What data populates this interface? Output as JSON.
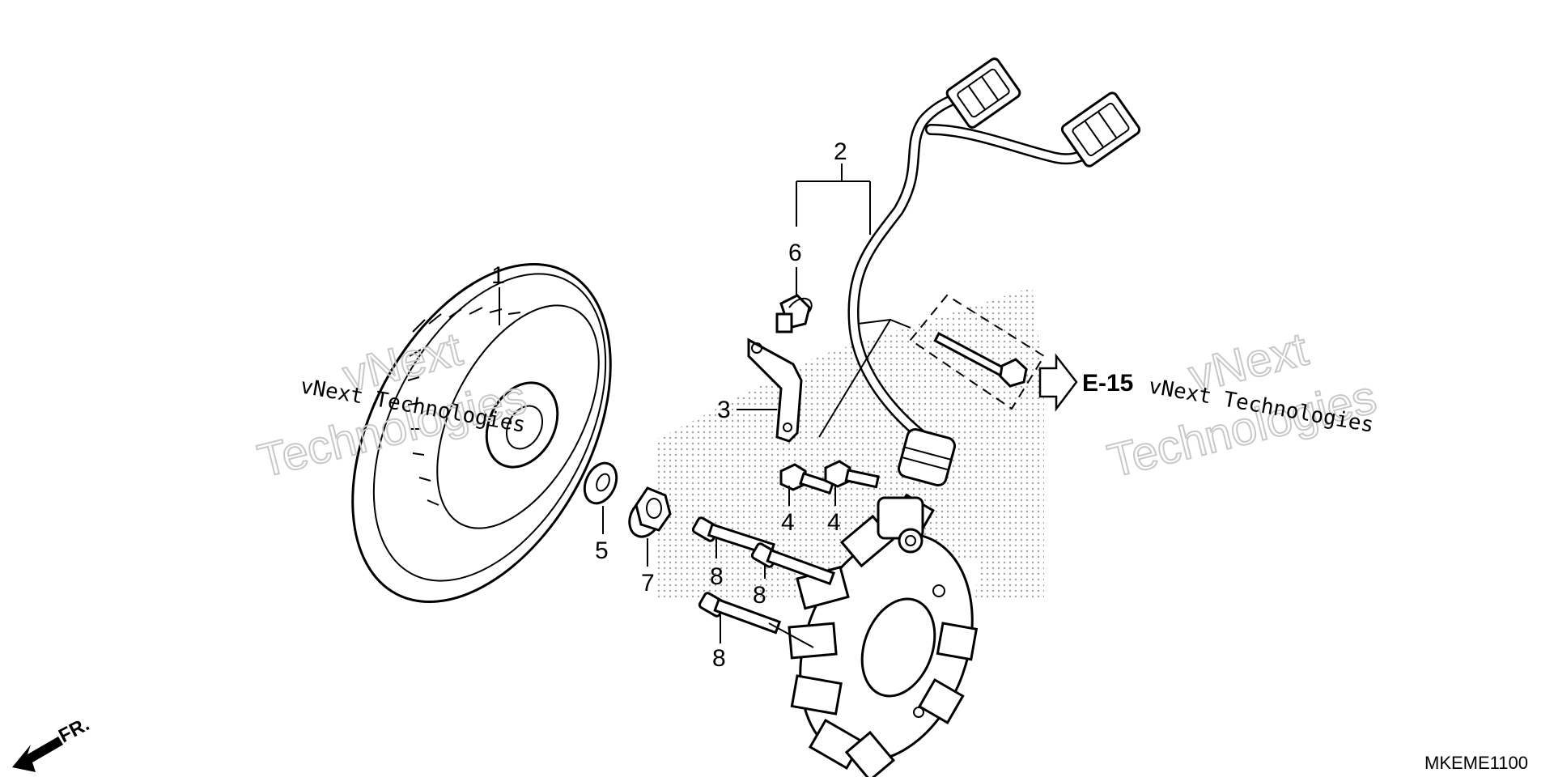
{
  "diagram": {
    "callouts": [
      {
        "id": "1",
        "label": "1"
      },
      {
        "id": "2",
        "label": "2"
      },
      {
        "id": "3",
        "label": "3"
      },
      {
        "id": "4a",
        "label": "4"
      },
      {
        "id": "4b",
        "label": "4"
      },
      {
        "id": "5",
        "label": "5"
      },
      {
        "id": "6",
        "label": "6"
      },
      {
        "id": "7",
        "label": "7"
      },
      {
        "id": "8a",
        "label": "8"
      },
      {
        "id": "8b",
        "label": "8"
      },
      {
        "id": "8c",
        "label": "8"
      }
    ],
    "reference_label": "E-15",
    "direction_label": "FR.",
    "diagram_code": "MKEME1100"
  },
  "watermark": {
    "small_text": "vNext Technologies",
    "big_line1": "vNext",
    "big_line2": "Technologies"
  }
}
